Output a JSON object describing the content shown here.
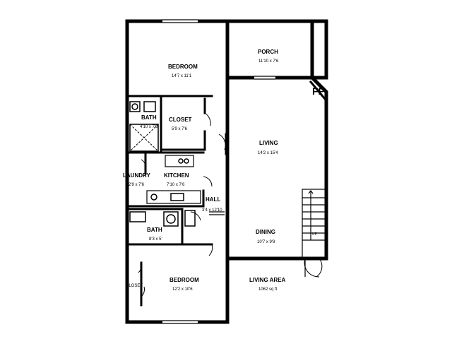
{
  "rooms": {
    "bedroom_top": {
      "label": "BEDROOM",
      "dims": "14'7 x 11'1"
    },
    "porch": {
      "label": "PORCH",
      "dims": "11'10 x 7'6"
    },
    "fireplace": {
      "label": "FP"
    },
    "bath_top": {
      "label": "BATH",
      "dims": "4'10 x 7'6"
    },
    "closet_top": {
      "label": "CLOSET",
      "dims": "5'9 x 7'6"
    },
    "living": {
      "label": "LIVING",
      "dims": "14'2 x 15'4"
    },
    "laundry": {
      "label": "LAUNDRY",
      "dims": "2'9 x 7'6"
    },
    "kitchen": {
      "label": "KITCHEN",
      "dims": "7'10 x 7'6"
    },
    "hall": {
      "label": "HALL",
      "dims": "3'4 x 12'10"
    },
    "bath_bottom": {
      "label": "BATH",
      "dims": "8'3 x 5'"
    },
    "dining": {
      "label": "DINING",
      "dims": "10'7 x 9'8"
    },
    "bedroom_bottom": {
      "label": "BEDROOM",
      "dims": "12'2 x 10'6"
    },
    "closet_small": {
      "label": "CLOSET"
    },
    "living_area": {
      "label": "LIVING AREA",
      "dims": "1062 sq ft"
    }
  },
  "stairs": {
    "label": "UP"
  }
}
